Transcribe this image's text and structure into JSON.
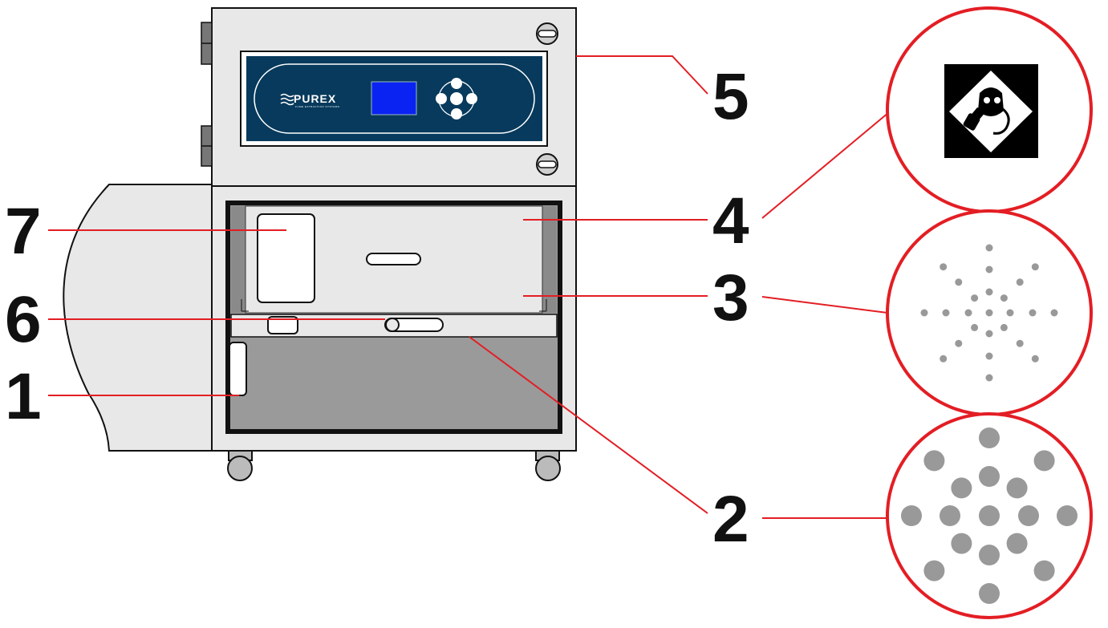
{
  "brand": {
    "name": "PUREX",
    "tagline": "FUME EXTRACTION SYSTEMS"
  },
  "callouts": [
    {
      "id": "1",
      "label": "1"
    },
    {
      "id": "2",
      "label": "2"
    },
    {
      "id": "3",
      "label": "3"
    },
    {
      "id": "4",
      "label": "4"
    },
    {
      "id": "5",
      "label": "5"
    },
    {
      "id": "6",
      "label": "6"
    },
    {
      "id": "7",
      "label": "7"
    }
  ],
  "icons": {
    "hazard_sign": "gas-mask-hazard-icon",
    "fine_particles": "fine-particles-icon",
    "coarse_particles": "coarse-particles-icon",
    "control_keypad": "keypad-icon"
  },
  "colors": {
    "leader_line": "#e31e24",
    "panel_navy": "#073a5c",
    "display_blue": "#0a23f2",
    "cabinet_gray": "#e8e8e8",
    "cavity_gray": "#9a9a9a",
    "particle_gray": "#999999"
  }
}
